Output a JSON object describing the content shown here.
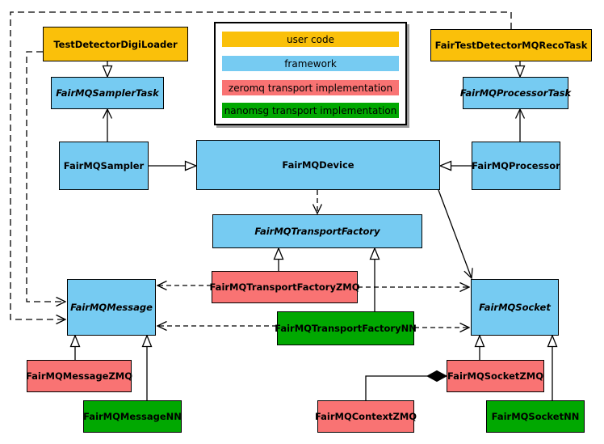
{
  "diagram": {
    "kind": "uml-class-diagram",
    "subject": "FairMQ framework class relationships",
    "colors": {
      "user_code": "#FAC00A",
      "framework": "#76CBF2",
      "zeromq": "#F97373",
      "nanomsg": "#01A801",
      "line": "#000000",
      "background": "#FFFFFF"
    },
    "legend": {
      "items": [
        {
          "label": "user code",
          "category": "user_code"
        },
        {
          "label": "framework",
          "category": "framework"
        },
        {
          "label": "zeromq transport implementation",
          "category": "zeromq"
        },
        {
          "label": "nanomsg transport implementation",
          "category": "nanomsg"
        }
      ]
    },
    "nodes": [
      {
        "label": "TestDetectorDigiLoader",
        "category": "user_code",
        "abstract": false
      },
      {
        "label": "FairTestDetectorMQRecoTask",
        "category": "user_code",
        "abstract": false
      },
      {
        "label": "FairMQSamplerTask",
        "category": "framework",
        "abstract": true
      },
      {
        "label": "FairMQProcessorTask",
        "category": "framework",
        "abstract": true
      },
      {
        "label": "FairMQSampler",
        "category": "framework",
        "abstract": false
      },
      {
        "label": "FairMQDevice",
        "category": "framework",
        "abstract": false
      },
      {
        "label": "FairMQProcessor",
        "category": "framework",
        "abstract": false
      },
      {
        "label": "FairMQTransportFactory",
        "category": "framework",
        "abstract": true
      },
      {
        "label": "FairMQTransportFactoryZMQ",
        "category": "zeromq",
        "abstract": false
      },
      {
        "label": "FairMQTransportFactoryNN",
        "category": "nanomsg",
        "abstract": false
      },
      {
        "label": "FairMQMessage",
        "category": "framework",
        "abstract": true
      },
      {
        "label": "FairMQSocket",
        "category": "framework",
        "abstract": true
      },
      {
        "label": "FairMQMessageZMQ",
        "category": "zeromq",
        "abstract": false
      },
      {
        "label": "FairMQMessageNN",
        "category": "nanomsg",
        "abstract": false
      },
      {
        "label": "FairMQContextZMQ",
        "category": "zeromq",
        "abstract": false
      },
      {
        "label": "FairMQSocketZMQ",
        "category": "zeromq",
        "abstract": false
      },
      {
        "label": "FairMQSocketNN",
        "category": "nanomsg",
        "abstract": false
      }
    ],
    "relationships": [
      {
        "from": "TestDetectorDigiLoader",
        "to": "FairMQSamplerTask",
        "kind": "inheritance"
      },
      {
        "from": "FairTestDetectorMQRecoTask",
        "to": "FairMQProcessorTask",
        "kind": "inheritance"
      },
      {
        "from": "FairMQSampler",
        "to": "FairMQDevice",
        "kind": "inheritance"
      },
      {
        "from": "FairMQProcessor",
        "to": "FairMQDevice",
        "kind": "inheritance"
      },
      {
        "from": "FairMQSampler",
        "to": "FairMQSamplerTask",
        "kind": "association"
      },
      {
        "from": "FairMQProcessor",
        "to": "FairMQProcessorTask",
        "kind": "association"
      },
      {
        "from": "FairMQDevice",
        "to": "FairMQTransportFactory",
        "kind": "dependency"
      },
      {
        "from": "FairMQDevice",
        "to": "FairMQSocket",
        "kind": "association"
      },
      {
        "from": "FairMQTransportFactoryZMQ",
        "to": "FairMQTransportFactory",
        "kind": "inheritance"
      },
      {
        "from": "FairMQTransportFactoryNN",
        "to": "FairMQTransportFactory",
        "kind": "inheritance"
      },
      {
        "from": "FairMQTransportFactoryZMQ",
        "to": "FairMQMessage",
        "kind": "dependency"
      },
      {
        "from": "FairMQTransportFactoryZMQ",
        "to": "FairMQSocket",
        "kind": "dependency"
      },
      {
        "from": "FairMQTransportFactoryNN",
        "to": "FairMQMessage",
        "kind": "dependency"
      },
      {
        "from": "FairMQTransportFactoryNN",
        "to": "FairMQSocket",
        "kind": "dependency"
      },
      {
        "from": "TestDetectorDigiLoader",
        "to": "FairMQMessage",
        "kind": "dependency"
      },
      {
        "from": "FairTestDetectorMQRecoTask",
        "to": "FairMQMessage",
        "kind": "dependency"
      },
      {
        "from": "FairMQMessageZMQ",
        "to": "FairMQMessage",
        "kind": "inheritance"
      },
      {
        "from": "FairMQMessageNN",
        "to": "FairMQMessage",
        "kind": "inheritance"
      },
      {
        "from": "FairMQSocketZMQ",
        "to": "FairMQSocket",
        "kind": "inheritance"
      },
      {
        "from": "FairMQSocketNN",
        "to": "FairMQSocket",
        "kind": "inheritance"
      },
      {
        "from": "FairMQContextZMQ",
        "to": "FairMQSocketZMQ",
        "kind": "composition"
      }
    ]
  }
}
